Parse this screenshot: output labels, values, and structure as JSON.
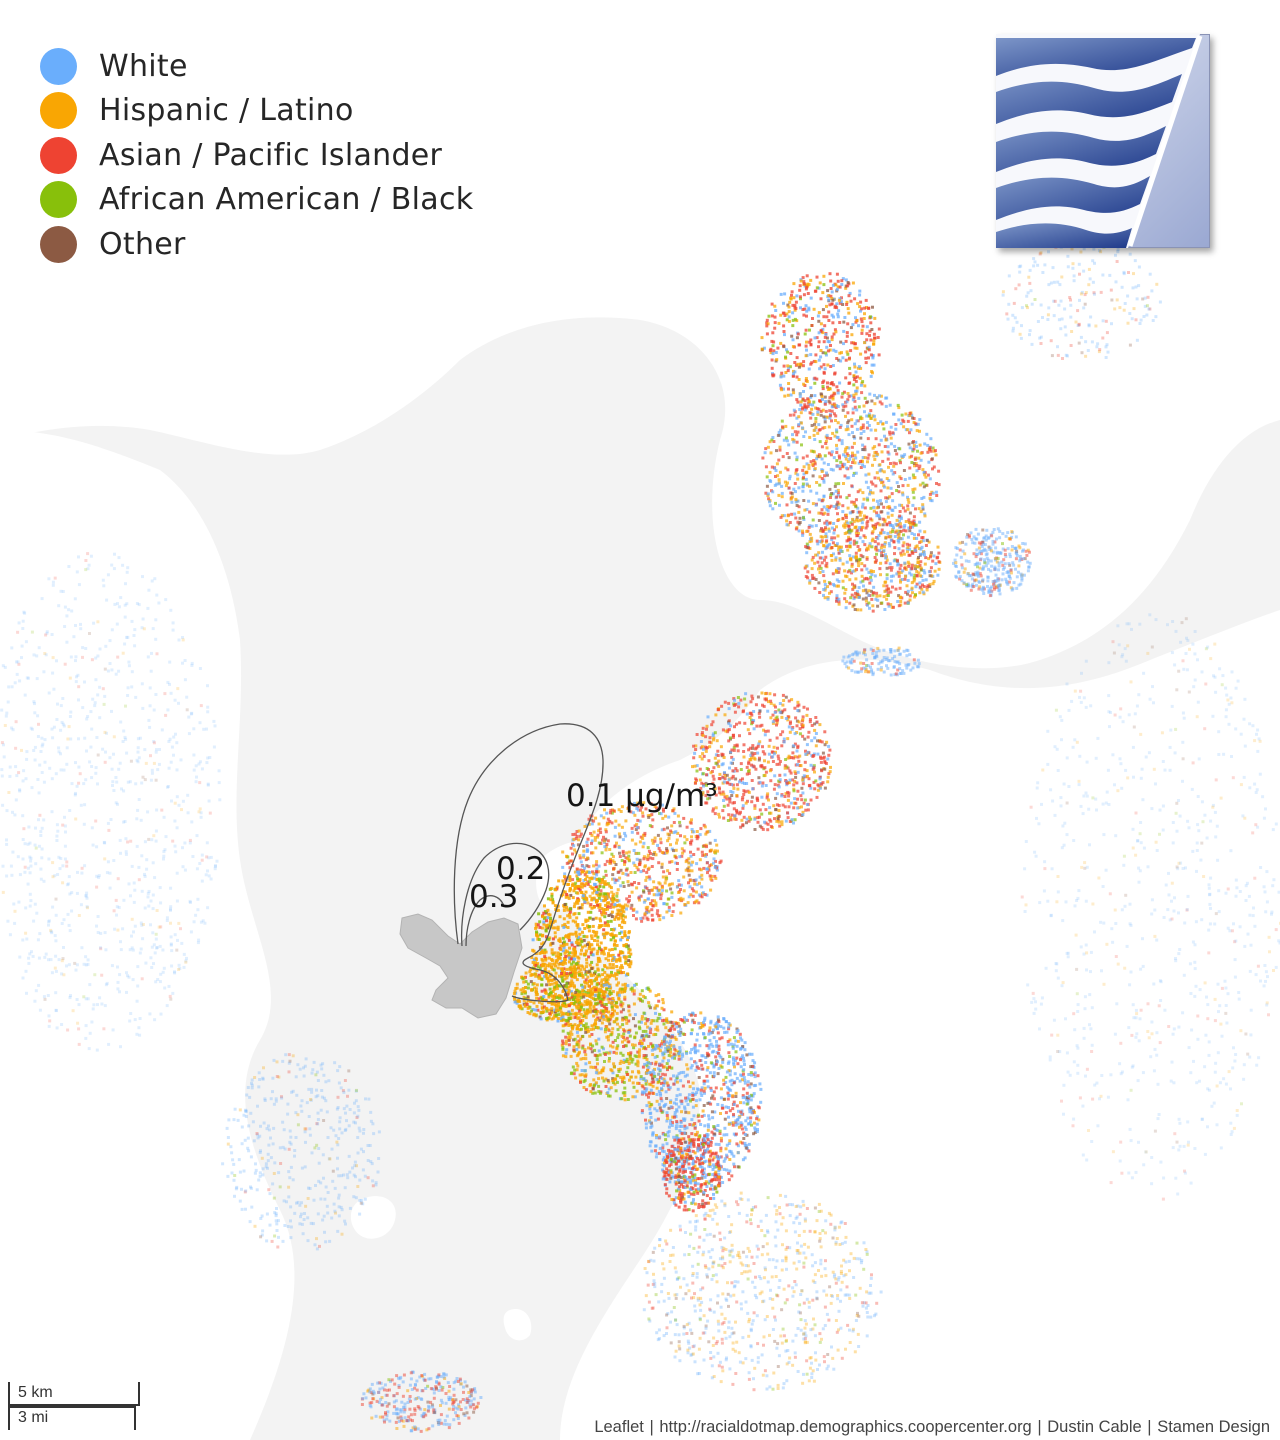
{
  "legend": {
    "items": [
      {
        "label": "White",
        "color": "#6aaefc"
      },
      {
        "label": "Hispanic / Latino",
        "color": "#f9a603"
      },
      {
        "label": "Asian / Pacific Islander",
        "color": "#ee4332"
      },
      {
        "label": "African American / Black",
        "color": "#88c00b"
      },
      {
        "label": "Other",
        "color": "#8c5a43"
      }
    ]
  },
  "contours": {
    "label_01": "0.1 µg/m³",
    "label_02": "0.2",
    "label_03": "0.3"
  },
  "scale": {
    "km_label": "5 km",
    "mi_label": "3 mi"
  },
  "attribution": {
    "leaflet": "Leaflet",
    "source": "http://racialdotmap.demographics.coopercenter.org",
    "author": "Dustin Cable",
    "tiles": "Stamen Design",
    "separator": "|"
  },
  "colors": {
    "water": "#f1f1f1",
    "land": "#ffffff",
    "facility": "#c6c6c6",
    "contour_line": "#555555"
  }
}
